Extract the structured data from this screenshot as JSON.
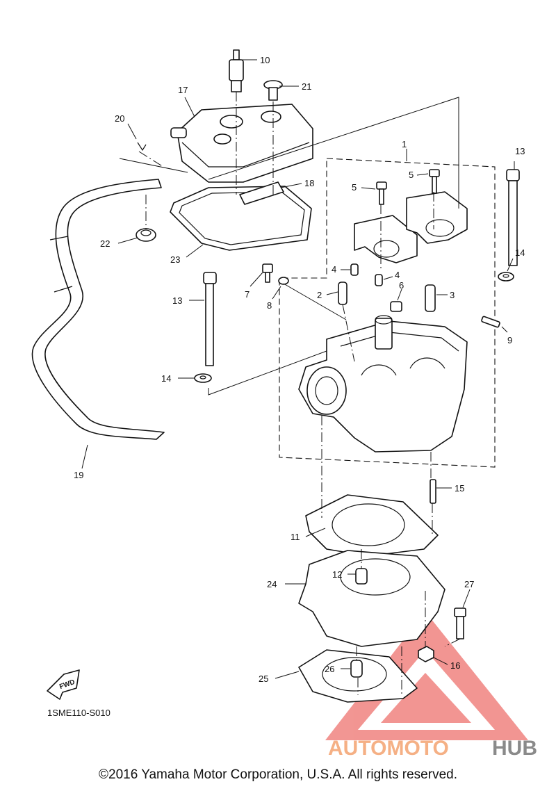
{
  "diagram": {
    "callouts": {
      "c1": "1",
      "c2": "2",
      "c3": "3",
      "c4a": "4",
      "c4b": "4",
      "c5a": "5",
      "c5b": "5",
      "c6": "6",
      "c7": "7",
      "c8": "8",
      "c9": "9",
      "c10": "10",
      "c11": "11",
      "c12": "12",
      "c13a": "13",
      "c13b": "13",
      "c14a": "14",
      "c14b": "14",
      "c15": "15",
      "c16": "16",
      "c17": "17",
      "c18": "18",
      "c19": "19",
      "c20": "20",
      "c21": "21",
      "c22": "22",
      "c23": "23",
      "c24": "24",
      "c25": "25",
      "c26": "26",
      "c27": "27"
    },
    "fwd_label": "FWD",
    "diagram_code": "1SME110-S010",
    "copyright": "©2016 Yamaha Motor Corporation, U.S.A. All rights reserved."
  },
  "watermark": {
    "part1": "AUTOMOTO",
    "part2": "HUB",
    "color_part1": "#f5b085",
    "color_part2": "#8a8a8a",
    "logo_color": "#e8403a"
  }
}
